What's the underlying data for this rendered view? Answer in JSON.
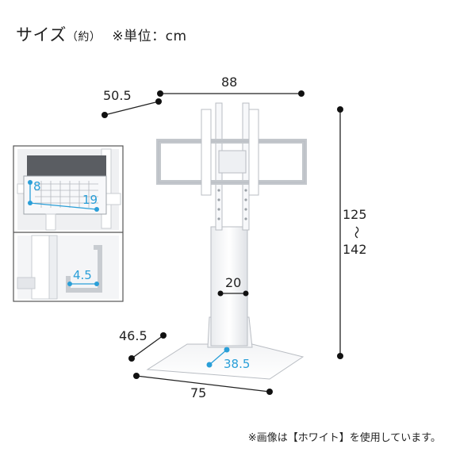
{
  "header": {
    "title": "サイズ",
    "approx": "（約）",
    "unit": "※単位：cm"
  },
  "dimensions": {
    "width_top": "88",
    "depth_top": "50.5",
    "height_min": "125",
    "height_sep": "〜",
    "height_max": "142",
    "pole_width": "20",
    "base_depth": "46.5",
    "base_inner": "38.5",
    "base_width": "75"
  },
  "inset": {
    "shelf_depth": "8",
    "shelf_height": "19",
    "hook_width": "4.5"
  },
  "footnote": "※画像は【ホワイト】を使用しています。",
  "colors": {
    "accent": "#2a9fd8",
    "dim_line": "#222222",
    "stand": "#ffffff",
    "outline": "#b9bdc3"
  }
}
